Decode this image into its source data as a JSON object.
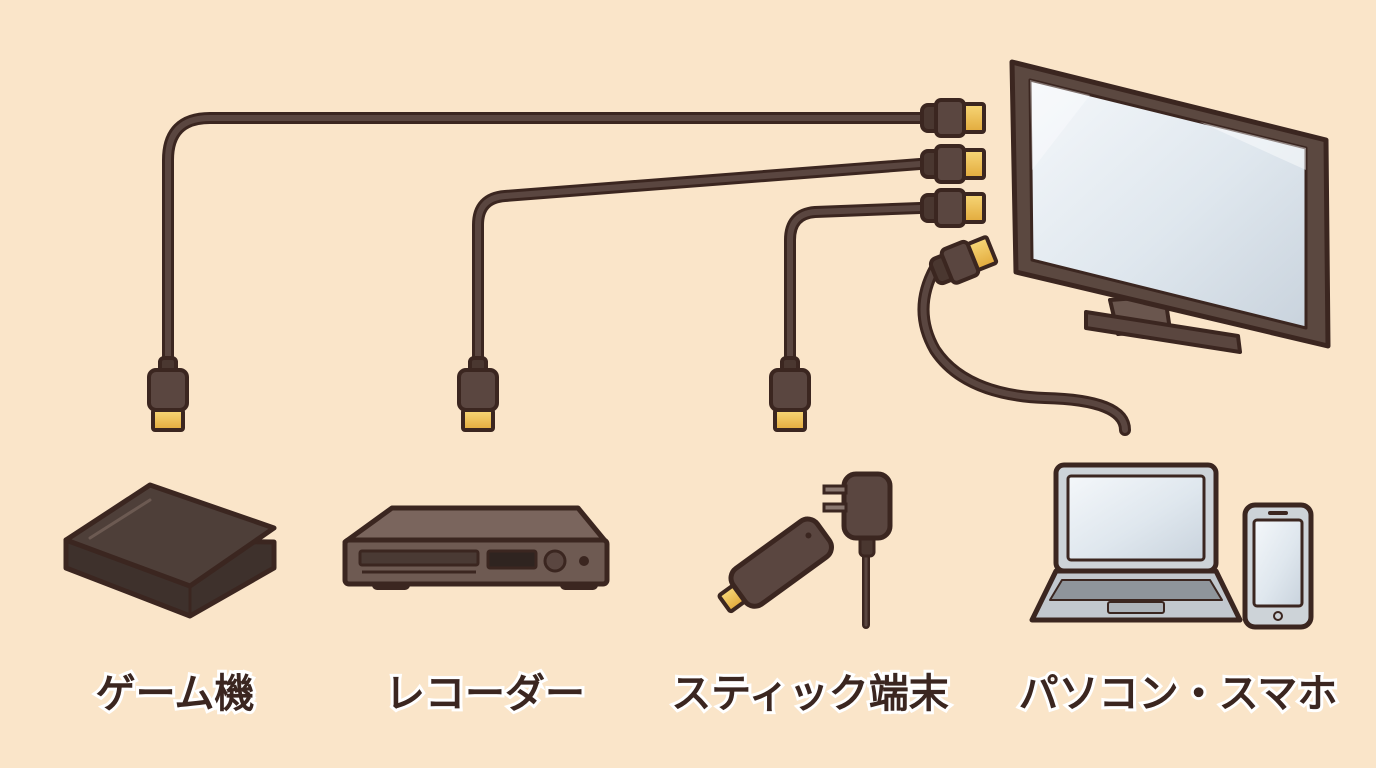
{
  "labels": [
    "ゲーム機",
    "レコーダー",
    "スティック端末",
    "パソコン・スマホ"
  ],
  "icons": [
    "hdmi-plug-icon",
    "game-console-icon",
    "recorder-icon",
    "streaming-stick-icon",
    "laptop-icon",
    "smartphone-icon",
    "tv-icon"
  ],
  "colors": {
    "background": "#fae5c9",
    "outline": "#3b2620",
    "cable": "#4a3730",
    "connector_gold": "#f2c658",
    "screen": "#dde6ee"
  }
}
